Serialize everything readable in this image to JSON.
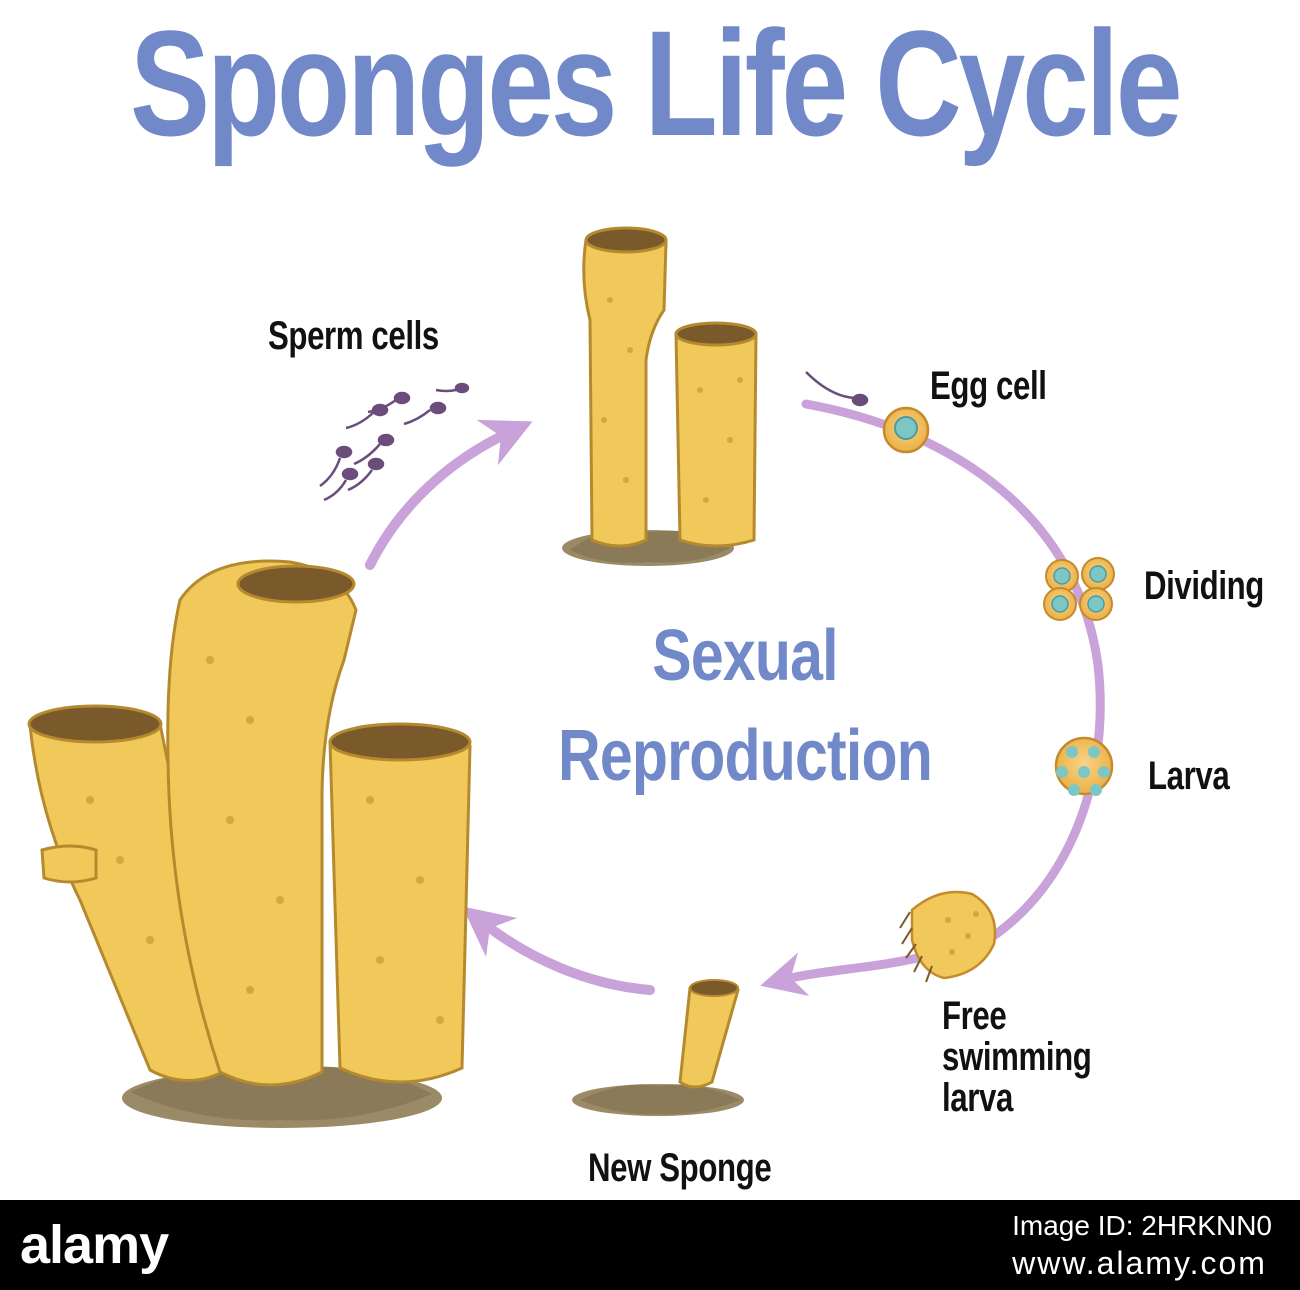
{
  "title": "Sponges Life Cycle",
  "center_label": {
    "line1": "Sexual",
    "line2": "Reproduction"
  },
  "stages": {
    "sperm": "Sperm cells",
    "egg": "Egg cell",
    "dividing": "Dividing",
    "larva": "Larva",
    "free_line1": "Free",
    "free_line2": "swimming",
    "free_line3": "larva",
    "new_sponge": "New Sponge"
  },
  "footer": {
    "brand": "alamy",
    "line1": "Image ID: 2HRKNN0",
    "line2": "www.alamy.com"
  },
  "colors": {
    "title": "#7189c8",
    "arrow": "#c9a2d9",
    "sponge_fill": "#f0c95a",
    "sponge_shadow": "#d6a53b",
    "sponge_outline": "#b58a2f",
    "ground": "#9b8a67",
    "sperm": "#6a4d7a",
    "cell_fill": "#f3c25f",
    "nucleus": "#7cc6c6"
  },
  "icons": [
    "sponge-icon",
    "sperm-cell-icon",
    "egg-cell-icon",
    "dividing-cells-icon",
    "larva-icon",
    "swimming-larva-icon",
    "arrow-icon"
  ]
}
